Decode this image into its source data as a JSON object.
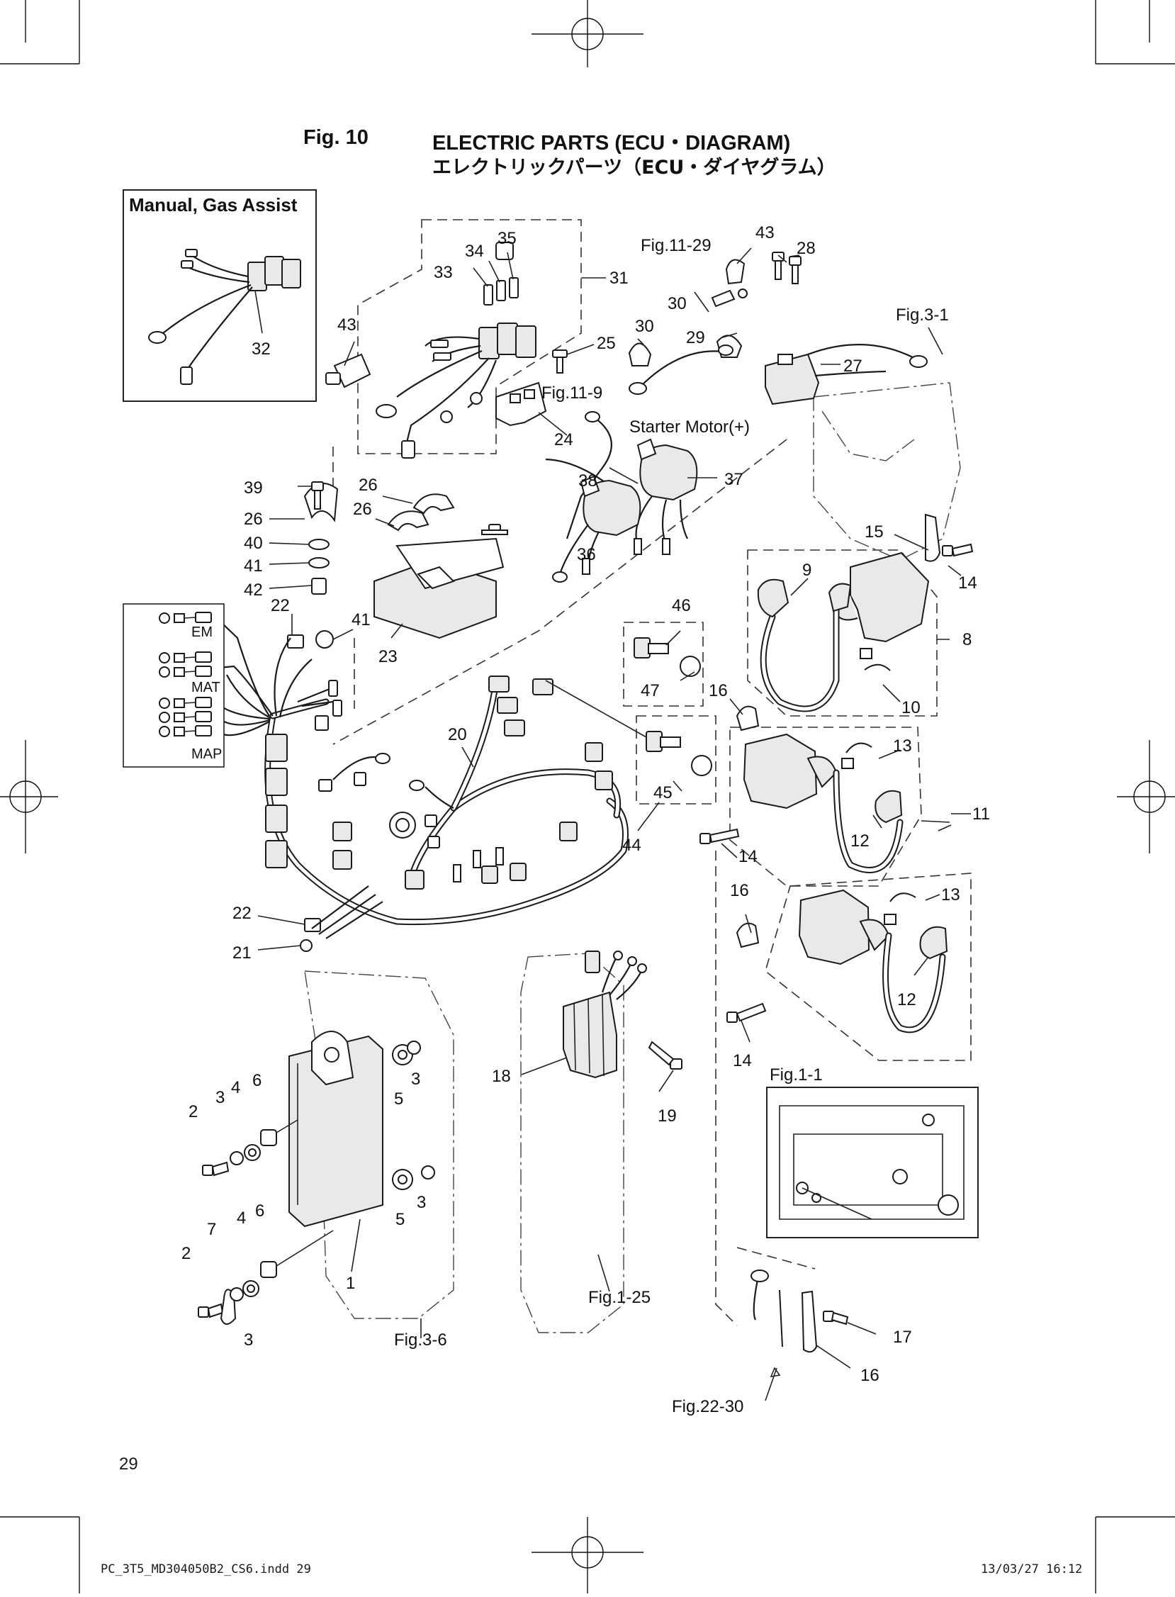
{
  "header": {
    "fig_no": "Fig. 10",
    "title_en": "ELECTRIC PARTS (ECU・DIAGRAM)",
    "title_jp": "エレクトリックパーツ（ECU・ダイヤグラム）"
  },
  "inset": {
    "title": "Manual, Gas Assist",
    "part": "32"
  },
  "callouts": {
    "c1": "1",
    "c2": "2",
    "c3": "3",
    "c4": "4",
    "c5": "5",
    "c6": "6",
    "c7": "7",
    "c8": "8",
    "c9": "9",
    "c10": "10",
    "c11": "11",
    "c12": "12",
    "c13": "13",
    "c14": "14",
    "c15": "15",
    "c16": "16",
    "c17": "17",
    "c18": "18",
    "c19": "19",
    "c20": "20",
    "c21": "21",
    "c22": "22",
    "c23": "23",
    "c24": "24",
    "c25": "25",
    "c26": "26",
    "c27": "27",
    "c28": "28",
    "c29": "29",
    "c30": "30",
    "c31": "31",
    "c33": "33",
    "c34": "34",
    "c35": "35",
    "c36": "36",
    "c37": "37",
    "c38": "38",
    "c39": "39",
    "c40": "40",
    "c41": "41",
    "c42": "42",
    "c43": "43",
    "c44": "44",
    "c45": "45",
    "c46": "46",
    "c47": "47"
  },
  "references": {
    "fig11_29": "Fig.11-29",
    "fig11_9": "Fig.11-9",
    "fig3_1": "Fig.3-1",
    "fig1_1": "Fig.1-1",
    "fig1_25": "Fig.1-25",
    "fig3_6": "Fig.3-6",
    "fig22_30": "Fig.22-30",
    "starter_motor": "Starter Motor(+)"
  },
  "sensor_labels": {
    "em": "EM",
    "mat": "MAT",
    "map": "MAP"
  },
  "page": {
    "number": "29",
    "file": "PC_3T5_MD304050B2_CS6.indd   29",
    "stamp": "13/03/27   16:12"
  }
}
